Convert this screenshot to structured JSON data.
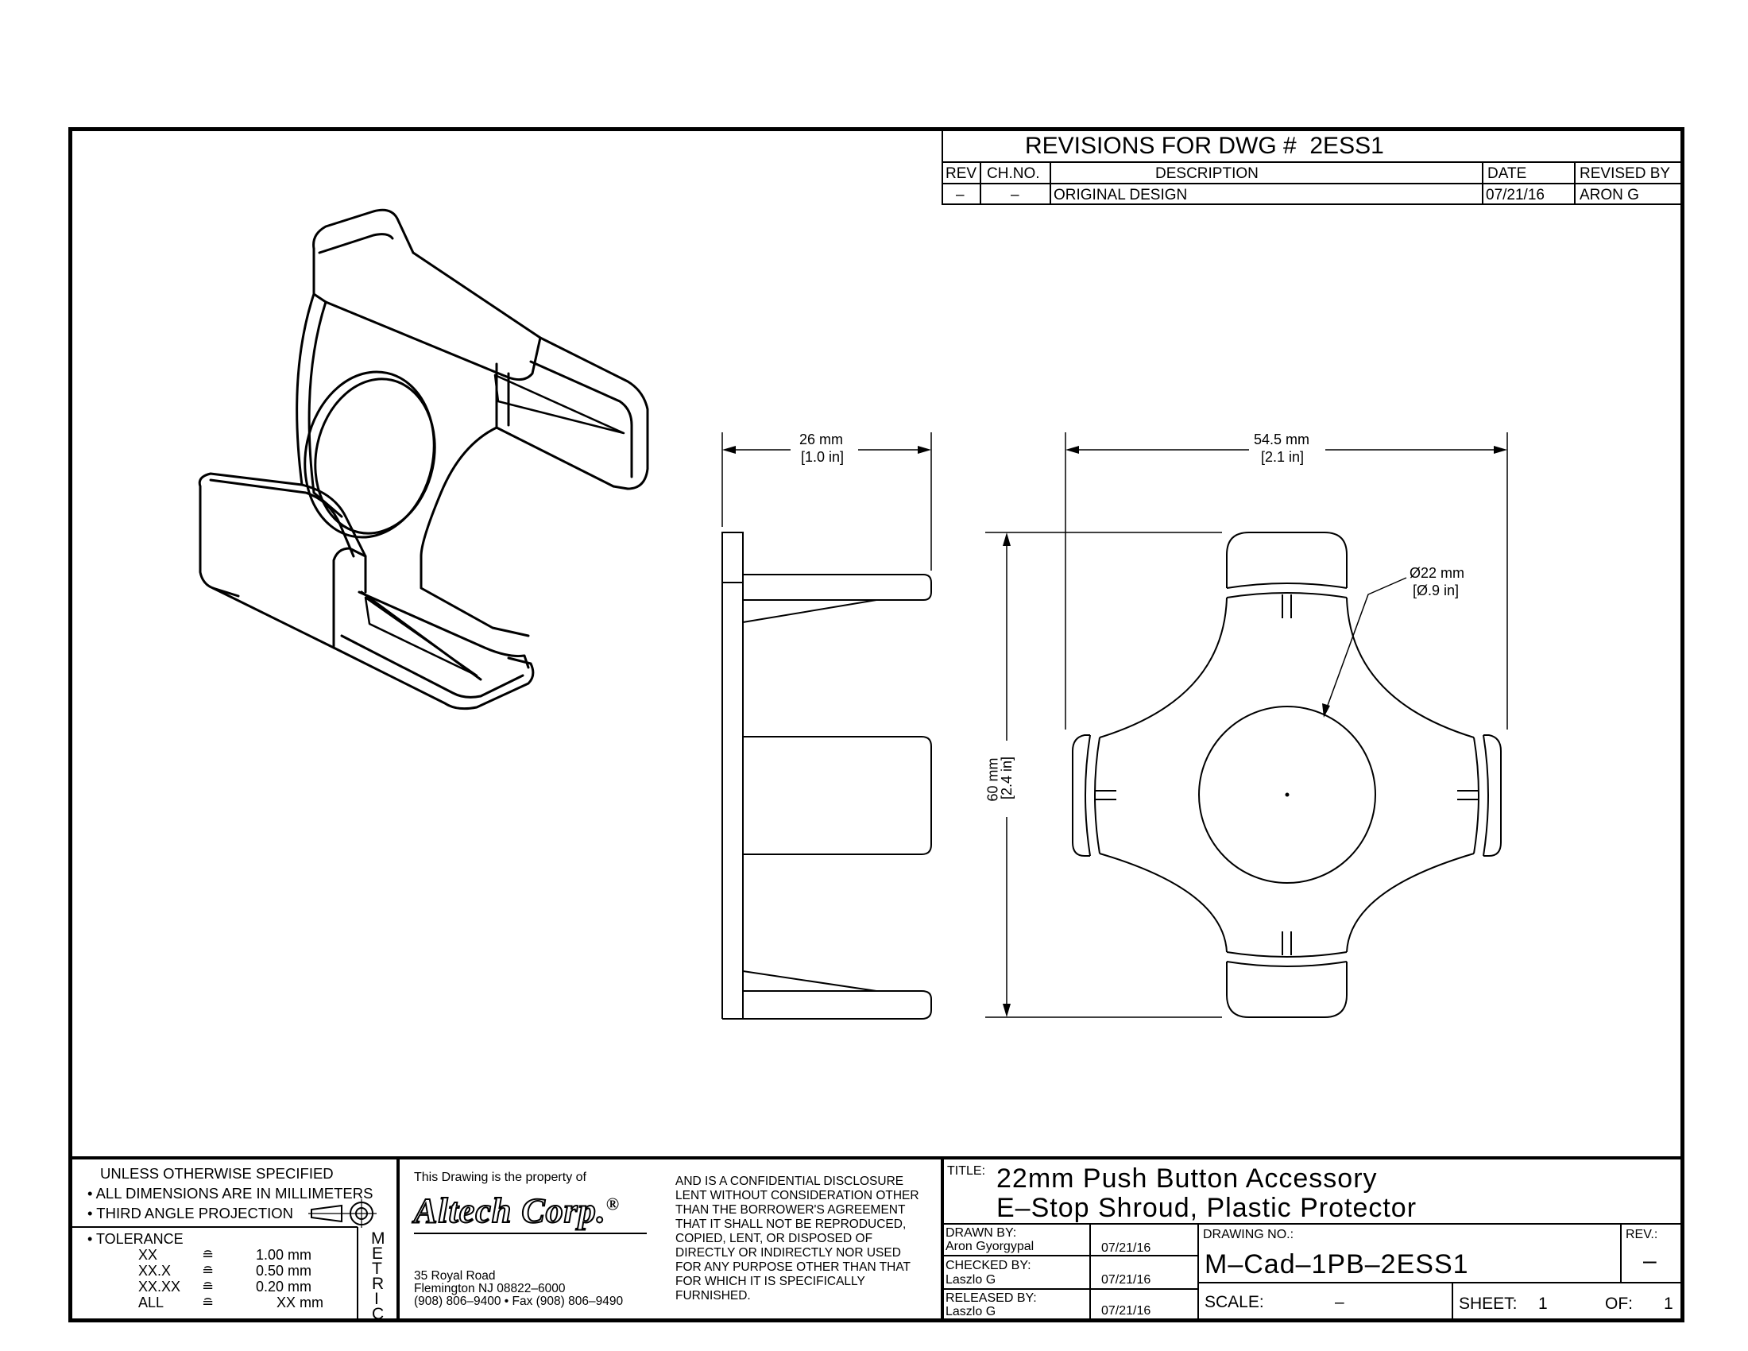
{
  "revisions": {
    "title": "REVISIONS FOR DWG #  2ESS1",
    "headers": [
      "REV",
      "CH.NO.",
      "DESCRIPTION",
      "DATE",
      "REVISED BY"
    ],
    "rows": [
      [
        "–",
        "–",
        "ORIGINAL DESIGN",
        "07/21/16",
        "ARON G"
      ]
    ]
  },
  "dimensions": {
    "width_side_mm": "26 mm",
    "width_side_in": "[1.0 in]",
    "width_front_mm": "54.5 mm",
    "width_front_in": "[2.1 in]",
    "height_mm": "60 mm",
    "height_in": "[2.4 in]",
    "hole_mm": "Ø22 mm",
    "hole_in": "[Ø.9 in]"
  },
  "notes": {
    "line1": "UNLESS OTHERWISE SPECIFIED",
    "line2": "• ALL DIMENSIONS ARE IN MILLIMETERS",
    "line3": "• THIRD ANGLE PROJECTION",
    "tolerance_label": "• TOLERANCE",
    "tolerances": [
      {
        "place": "XX",
        "sym": "≘",
        "value": "1.00 mm"
      },
      {
        "place": "XX.X",
        "sym": "≘",
        "value": "0.50 mm"
      },
      {
        "place": "XX.XX",
        "sym": "≘",
        "value": "0.20 mm"
      },
      {
        "place": "ALL",
        "sym": "≘",
        "value": "XX mm"
      }
    ],
    "metric": [
      "M",
      "E",
      "T",
      "R",
      "I",
      "C"
    ]
  },
  "company": {
    "property_text": "This Drawing is the property of",
    "logo": "Altech Corp.",
    "registered": "®",
    "address1": "35 Royal Road",
    "address2": "Flemington NJ 08822–6000",
    "phone": "(908) 806–9400 • Fax (908) 806–9490"
  },
  "disclosure": "AND IS A CONFIDENTIAL DISCLOSURE\nLENT WITHOUT CONSIDERATION OTHER\nTHAN THE BORROWER'S AGREEMENT\nTHAT IT SHALL NOT BE REPRODUCED,\nCOPIED, LENT, OR DISPOSED OF\nDIRECTLY OR INDIRECTLY NOR USED\nFOR ANY PURPOSE OTHER THAN THAT\nFOR WHICH IT IS SPECIFICALLY\nFURNISHED.",
  "title_block": {
    "title_label": "TITLE:",
    "title_line1": "22mm Push Button Accessory",
    "title_line2": "E–Stop Shroud, Plastic Protector",
    "drawn_label": "DRAWN BY:",
    "drawn_name": "Aron Gyorgypal",
    "drawn_date": "07/21/16",
    "checked_label": "CHECKED BY:",
    "checked_name": "Laszlo G",
    "checked_date": "07/21/16",
    "released_label": "RELEASED BY:",
    "released_name": "Laszlo G",
    "released_date": "07/21/16",
    "drawing_no_label": "DRAWING NO.:",
    "drawing_no": "M–Cad–1PB–2ESS1",
    "rev_label": "REV.:",
    "rev_value": "–",
    "scale_label": "SCALE:",
    "scale_value": "–",
    "sheet_label": "SHEET:",
    "sheet_value": "1",
    "of_label": "OF:",
    "of_value": "1"
  }
}
